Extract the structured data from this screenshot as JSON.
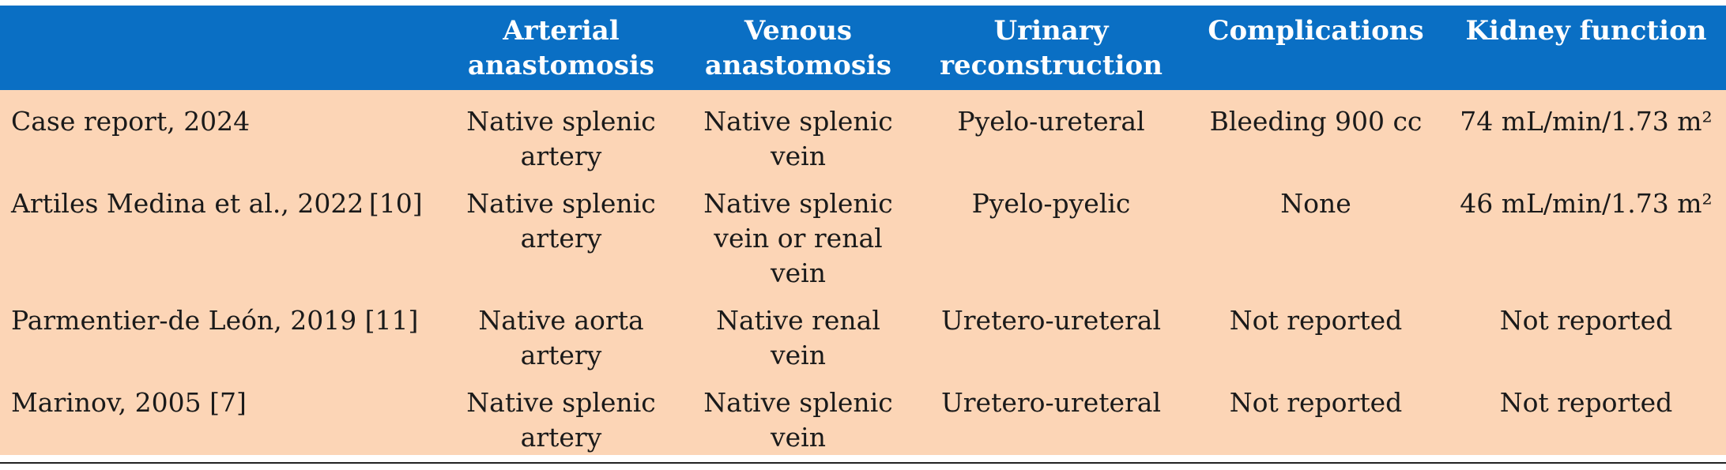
{
  "table": {
    "headers": [
      "",
      "Arterial anastomosis",
      "Venous anastomosis",
      "Urinary reconstruction",
      "Complications",
      "Kidney function"
    ],
    "rows": [
      [
        "Case report, 2024",
        "Native splenic artery",
        "Native splenic vein",
        "Pyelo-ureteral",
        "Bleeding 900 cc",
        "74 mL/min/1.73 m²"
      ],
      [
        "Artiles Medina et al., 2022 [10]",
        "Native splenic artery",
        "Native splenic vein or renal vein",
        "Pyelo-pyelic",
        "None",
        "46 mL/min/1.73 m²"
      ],
      [
        "Parmentier-de León, 2019 [11]",
        "Native aorta artery",
        "Native renal vein",
        "Uretero-ureteral",
        "Not reported",
        "Not reported"
      ],
      [
        "Marinov, 2005 [7]",
        "Native splenic artery",
        "Native splenic vein",
        "Uretero-ureteral",
        "Not reported",
        "Not reported"
      ]
    ]
  },
  "colors": {
    "header_bg": "#0a6fc4",
    "header_text": "#ffffff",
    "row_bg": "#fcd5b6",
    "body_text": "#1a1a1a"
  }
}
